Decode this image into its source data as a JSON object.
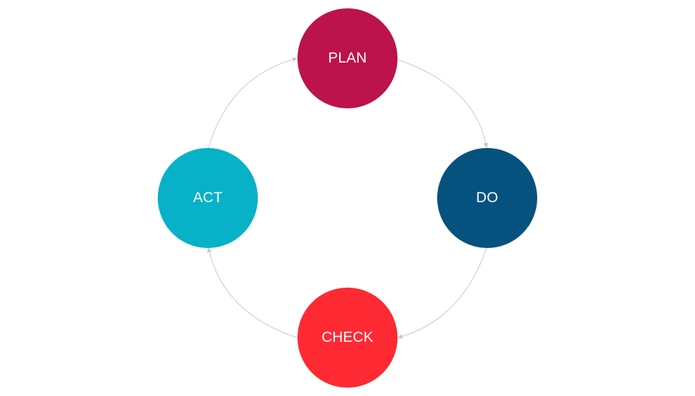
{
  "cycle": {
    "steps": [
      {
        "id": "plan",
        "label": "PLAN",
        "color": "#BC134C"
      },
      {
        "id": "do",
        "label": "DO",
        "color": "#06527E"
      },
      {
        "id": "check",
        "label": "CHECK",
        "color": "#FE2A33"
      },
      {
        "id": "act",
        "label": "ACT",
        "color": "#07B1C8"
      }
    ],
    "connector_color": "#C8C8C8",
    "flow": [
      "plan",
      "do",
      "check",
      "act",
      "plan"
    ]
  }
}
